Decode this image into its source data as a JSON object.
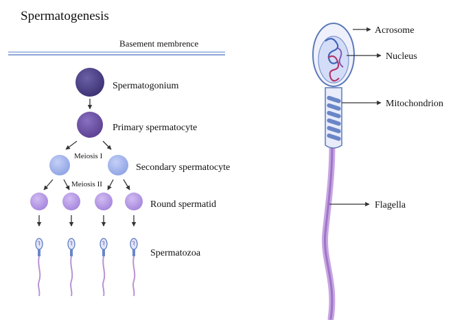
{
  "title": "Spermatogenesis",
  "basement_label": "Basement membrence",
  "stage_labels": {
    "spermatogonium": "Spermatogonium",
    "primary": "Primary spermatocyte",
    "secondary": "Secondary spermatocyte",
    "round": "Round spermatid",
    "spermatozoa": "Spermatozoa"
  },
  "division_labels": {
    "meiosis1": "Meiosis I",
    "meiosis2": "Meiosis II"
  },
  "sperm_parts": {
    "acrosome": "Acrosome",
    "nucleus": "Nucleus",
    "mitochondrion": "Mitochondrion",
    "flagella": "Flagella"
  },
  "colors": {
    "spermatogonium": "#4a3f80",
    "primary": "#6a4fa0",
    "secondary": "#a3b4ec",
    "round": "#b89ae6",
    "membrane": "#9db3dc",
    "head_outline": "#5b78b8",
    "tail": "#b792d6"
  }
}
